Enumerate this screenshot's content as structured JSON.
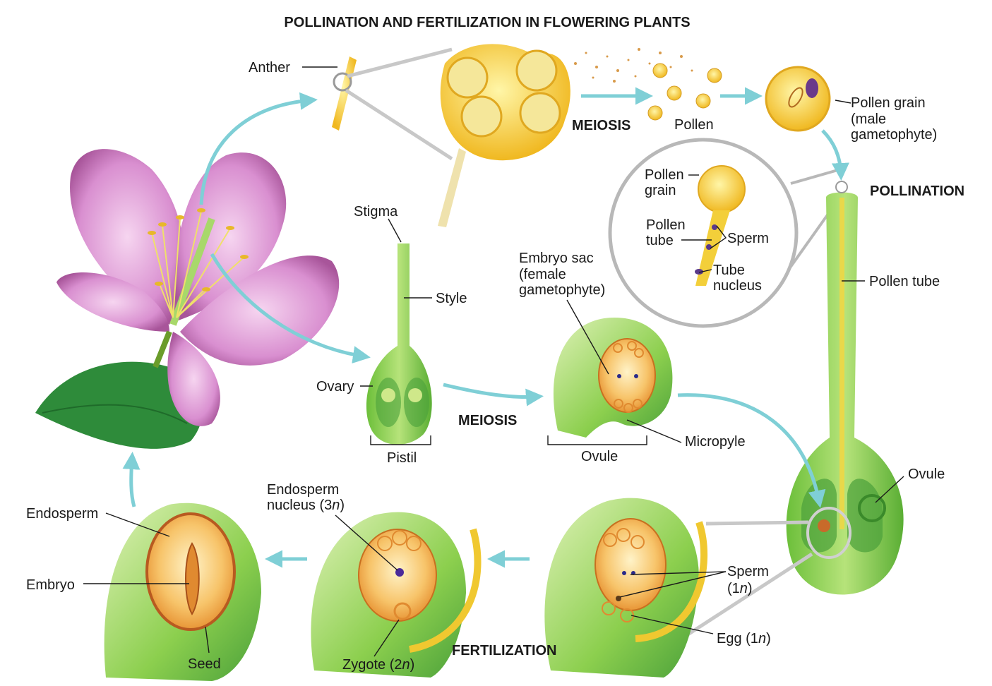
{
  "title": "POLLINATION AND FERTILIZATION IN FLOWERING PLANTS",
  "labels": {
    "anther": "Anther",
    "meiosis_top": "MEIOSIS",
    "pollen": "Pollen",
    "pollen_grain_l1": "Pollen grain",
    "pollen_grain_l2": "(male",
    "pollen_grain_l3": "gametophyte)",
    "pollination": "POLLINATION",
    "inset_pollen_grain_l1": "Pollen",
    "inset_pollen_grain_l2": "grain",
    "inset_pollen_tube_l1": "Pollen",
    "inset_pollen_tube_l2": "tube",
    "inset_sperm": "Sperm",
    "inset_tube_nucleus_l1": "Tube",
    "inset_tube_nucleus_l2": "nucleus",
    "pollen_tube": "Pollen tube",
    "stigma": "Stigma",
    "style": "Style",
    "ovary": "Ovary",
    "pistil": "Pistil",
    "meiosis_mid": "MEIOSIS",
    "embryo_sac_l1": "Embryo sac",
    "embryo_sac_l2": "(female",
    "embryo_sac_l3": "gametophyte)",
    "micropyle": "Micropyle",
    "ovule_mid": "Ovule",
    "ovule_right": "Ovule",
    "endosperm": "Endosperm",
    "embryo": "Embryo",
    "seed": "Seed",
    "endosperm_nucleus_l1": "Endosperm",
    "endosperm_nucleus_l2_a": "nucleus (3",
    "endosperm_nucleus_l2_n": "n",
    "endosperm_nucleus_l2_b": ")",
    "zygote_a": "Zygote (2",
    "zygote_n": "n",
    "zygote_b": ")",
    "fertilization": "FERTILIZATION",
    "sperm_right_l1": "Sperm",
    "sperm_right_l2_a": "(1",
    "sperm_right_l2_n": "n",
    "sperm_right_l2_b": ")",
    "egg_a": "Egg (1",
    "egg_n": "n",
    "egg_b": ")"
  },
  "colors": {
    "petal": "#d98fd0",
    "petal_dark": "#b760a8",
    "leaf": "#2e8b3a",
    "stem_green": "#7cc24a",
    "light_green": "#a8d86a",
    "yellow": "#f2c230",
    "orange": "#e89a2a",
    "arrow": "#7fcfd6",
    "nucleus": "#3a2a8a",
    "lens_gray": "#b8b8b8"
  }
}
